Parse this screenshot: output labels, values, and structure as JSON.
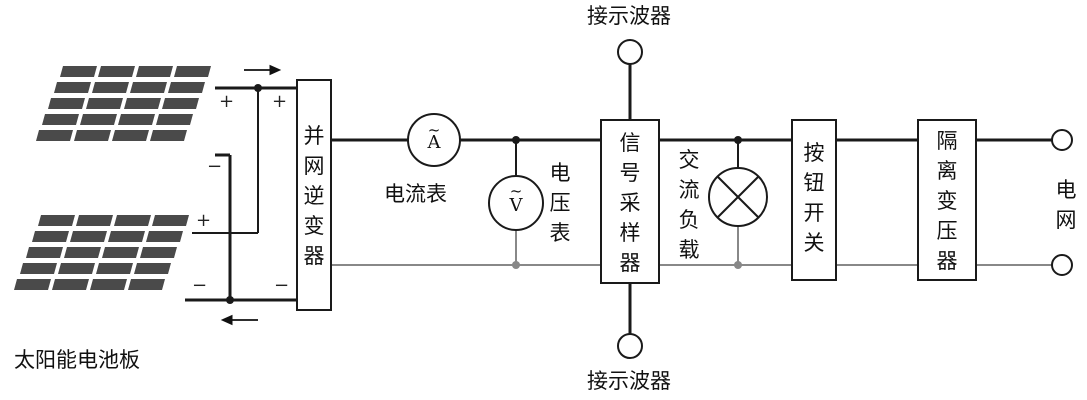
{
  "labels": {
    "solar_panel": "太阳能电池板",
    "inverter": "并网逆变器",
    "ammeter_name": "电流表",
    "ammeter_symbol": "A",
    "voltmeter_name": "电压表",
    "voltmeter_symbol": "V",
    "meter_tilde": "~",
    "signal_sampler": "信号采样器",
    "ac_load": "交流负载",
    "button_switch": "按钮开关",
    "isolation_transformer": "隔离变压器",
    "grid": "电网",
    "oscilloscope_top": "接示波器",
    "oscilloscope_bottom": "接示波器"
  },
  "signs": {
    "plus": "+",
    "minus": "−"
  },
  "colors": {
    "panel_cell": "#4a4a4a",
    "wire_heavy": "#1a1a1a",
    "wire_light": "#888888",
    "box_fill": "#ffffff"
  }
}
